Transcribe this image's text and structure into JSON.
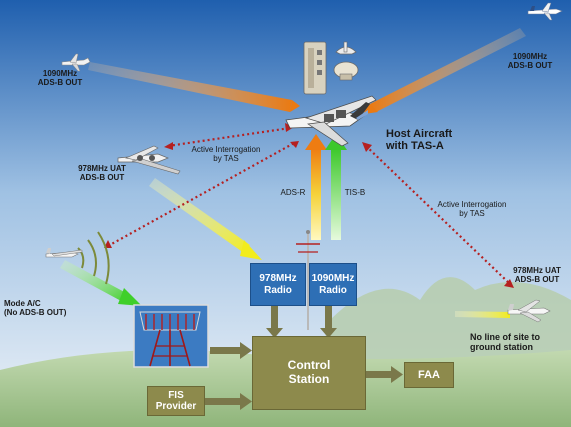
{
  "aircraft_labels": {
    "adsb_1090_left": "1090MHz\nADS-B OUT",
    "adsb_1090_right": "1090MHz\nADS-B OUT",
    "uat_978_left": "978MHz UAT\nADS-B OUT",
    "uat_978_right": "978MHz UAT\nADS-B OUT",
    "mode_ac": "Mode A/C\n(No ADS-B OUT)",
    "host": "Host Aircraft\nwith TAS-A"
  },
  "signals": {
    "active_interrogation_left": "Active Interrogation\nby TAS",
    "active_interrogation_right": "Active Interrogation\nby TAS",
    "adsr": "ADS-R",
    "tisb": "TIS-B"
  },
  "radios": {
    "radio_978": "978MHz\nRadio",
    "radio_1090": "1090MHz\nRadio"
  },
  "ground": {
    "control_station": "Control\nStation",
    "faa": "FAA",
    "fis_provider": "FIS\nProvider",
    "no_line_of_site": "No line of site to\nground station"
  },
  "colors": {
    "sky_top": "#1f5fae",
    "sky_bottom": "#eef3f8",
    "radio": "#2e6fb5",
    "ground_box": "#8d8a4c",
    "orange_signal": "#f08a20",
    "yellow_signal": "#f2ec1c",
    "green_signal": "#3fcf2a",
    "interrogation": "#b52020"
  }
}
